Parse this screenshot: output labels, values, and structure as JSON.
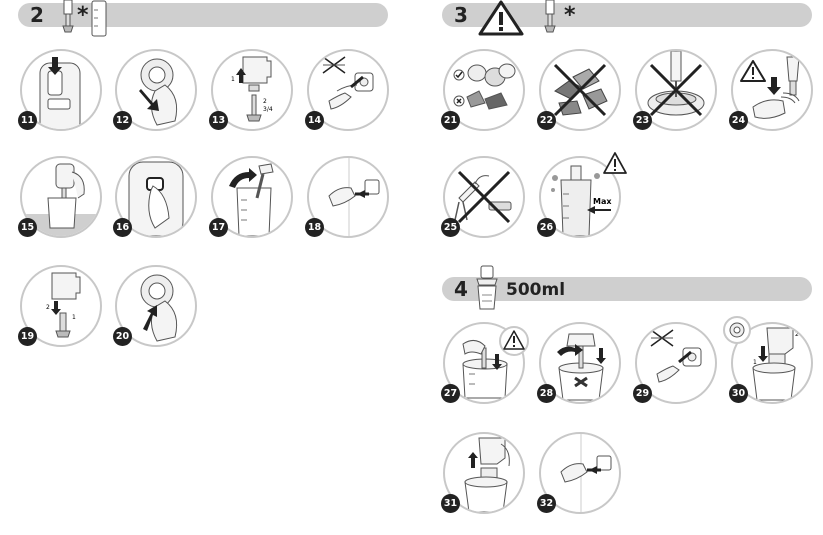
{
  "sections": {
    "s2": {
      "number": "2",
      "marker": "*"
    },
    "s3": {
      "number": "3",
      "marker": "*"
    },
    "s4": {
      "number": "4",
      "subtitle": "500ml"
    }
  },
  "steps": {
    "s11": "11",
    "s12": "12",
    "s13": "13",
    "s14": "14",
    "s15": "15",
    "s16": "16",
    "s17": "17",
    "s18": "18",
    "s19": "19",
    "s20": "20",
    "s21": "21",
    "s22": "22",
    "s23": "23",
    "s24": "24",
    "s25": "25",
    "s26": "26",
    "s27": "27",
    "s28": "28",
    "s29": "29",
    "s30": "30",
    "s31": "31",
    "s32": "32"
  },
  "labels": {
    "max": "Max",
    "step13_n1": "1",
    "step13_n2": "2",
    "step13_n3": "3/4",
    "step19_n1": "1",
    "step19_n2": "2",
    "step30_n1": "1",
    "step30_n2": "2"
  },
  "colors": {
    "bar": "#cfcfcf",
    "ring": "#c8c8c8",
    "badge": "#222222"
  }
}
